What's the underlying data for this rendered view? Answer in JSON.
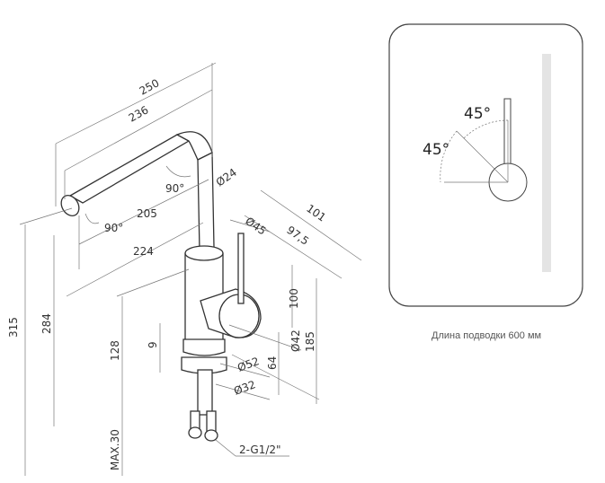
{
  "dimensions": {
    "d250": "250",
    "d236": "236",
    "d90_top": "90°",
    "d24": "Ø24",
    "d90_bottom": "90°",
    "d205": "205",
    "d224": "224",
    "d101": "101",
    "d45": "Ø45",
    "d97_5": "97,5",
    "d100": "100",
    "d315": "315",
    "d284": "284",
    "d128": "128",
    "d9": "9",
    "d42": "Ø42",
    "d185": "185",
    "d64": "64",
    "d52": "Ø52",
    "d32": "Ø32",
    "max30": "MAX.30",
    "thread": "2-G1/2\""
  },
  "lever_panel": {
    "angle_top": "45°",
    "angle_left": "45°"
  },
  "caption": "Длина подводки 600 мм"
}
